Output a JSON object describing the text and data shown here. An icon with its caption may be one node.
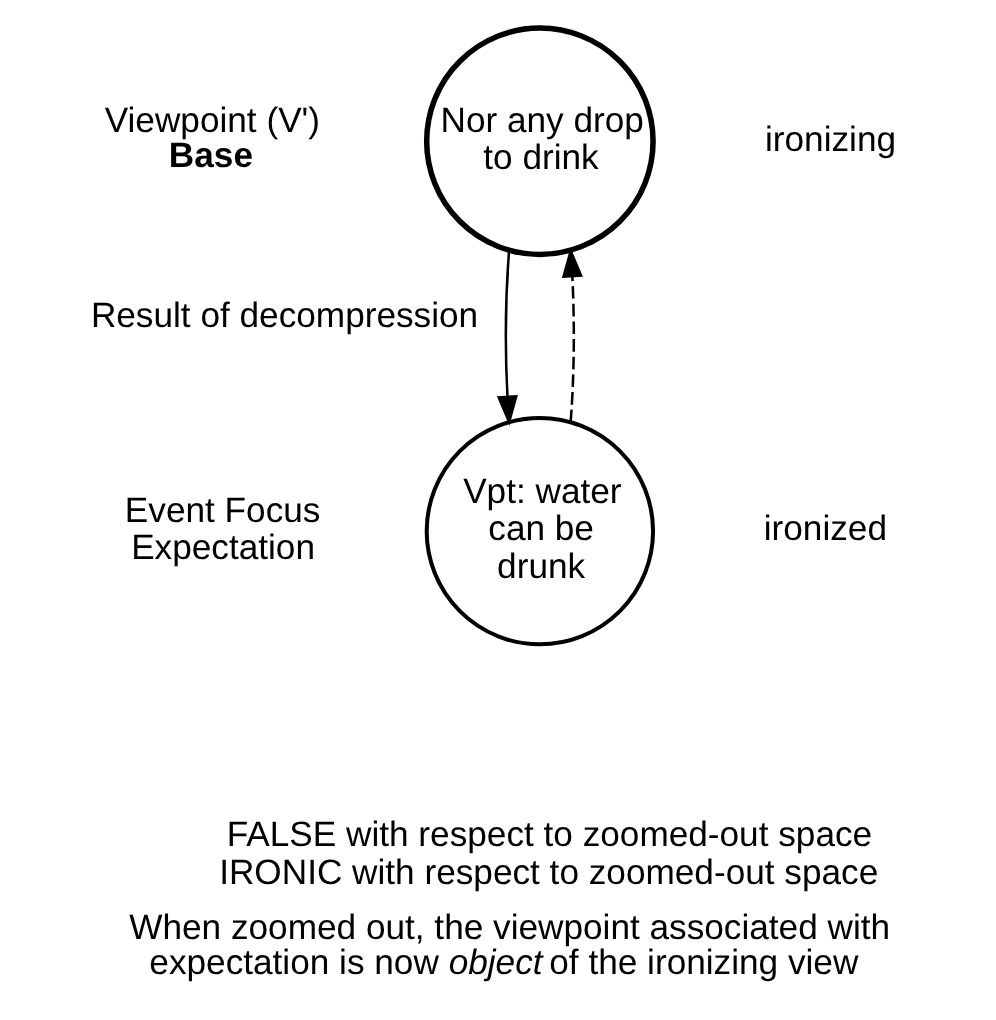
{
  "diagram": {
    "caption": "When zoomed out, the viewpoint associated with expectation is now *object* of the ironizing view",
    "nodes": [
      {
        "text": [
          "Nor any drop to drink"
        ],
        "beside": [
          "Viewpoint (V')",
          "Base",
          "ironizing"
        ]
      },
      {
        "text": [
          "Vpt: water can be drunk"
        ],
        "beside": [
          "Event Focus Expectation",
          "ironized"
        ]
      }
    ],
    "edges": [
      {
        "from": 0,
        "to": 1,
        "arrow": "to",
        "label": "Result of decompression"
      },
      {
        "from": 1,
        "to": 0,
        "arrow": "to",
        "style": "dashed"
      }
    ],
    "labels": [
      "FALSE with respect to zoomed-out space",
      "IRONIC with respect to zoomed-out space"
    ]
  }
}
